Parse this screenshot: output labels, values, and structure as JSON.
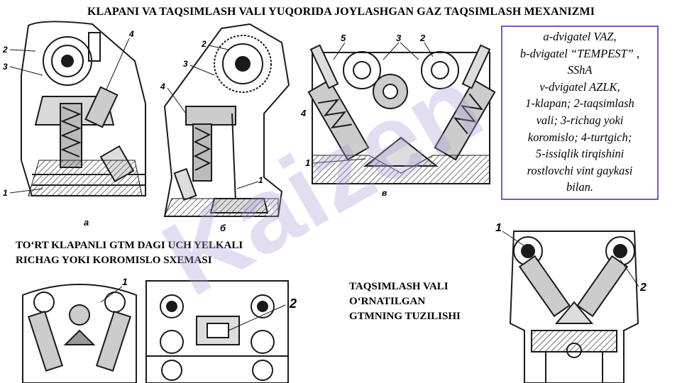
{
  "title": "KLAPANI VA TAQSIMLASH VALI YUQORIDA JOYLASHGAN GAZ TAQSIMLASH MEXANIZMI",
  "legend": [
    "a-dvigatel VAZ,",
    "b-dvigatel “TEMPEST” ,",
    "SShA",
    "v-dvigatel AZLK,",
    "1-klapan; 2-taqsimlash",
    "vali; 3-richag yoki",
    "koromislo; 4-turtgich;",
    "5-issiqlik tirqishini",
    "rostlovchi vint gaykasi",
    "bilan."
  ],
  "caption_four_valve": [
    "TO‘RT KLAPANLI GTM DAGI UCH YELKALI",
    "RICHAG YOKI KOROMISLO SXEMASI"
  ],
  "caption_camshaft": [
    "TAQSIMLASH VALI",
    "O‘RNATILGAN",
    "GTMNING TUZILISHI"
  ],
  "fig_a": {
    "labels": [
      "2",
      "3",
      "4",
      "1"
    ],
    "caption": "а"
  },
  "fig_b": {
    "labels": [
      "2",
      "3",
      "4",
      "1"
    ],
    "caption": "б"
  },
  "fig_v": {
    "labels": [
      "5",
      "3",
      "2",
      "4",
      "1"
    ],
    "caption": "в"
  },
  "fig_koromislo": {
    "labels": [
      "1",
      "2"
    ]
  },
  "fig_gtm": {
    "labels": [
      "1",
      "2"
    ]
  },
  "watermark": "Kaizen",
  "colors": {
    "legend_border": "#7e57c2",
    "watermark": "#b39ddb",
    "drawing": "#1a1a1a"
  }
}
